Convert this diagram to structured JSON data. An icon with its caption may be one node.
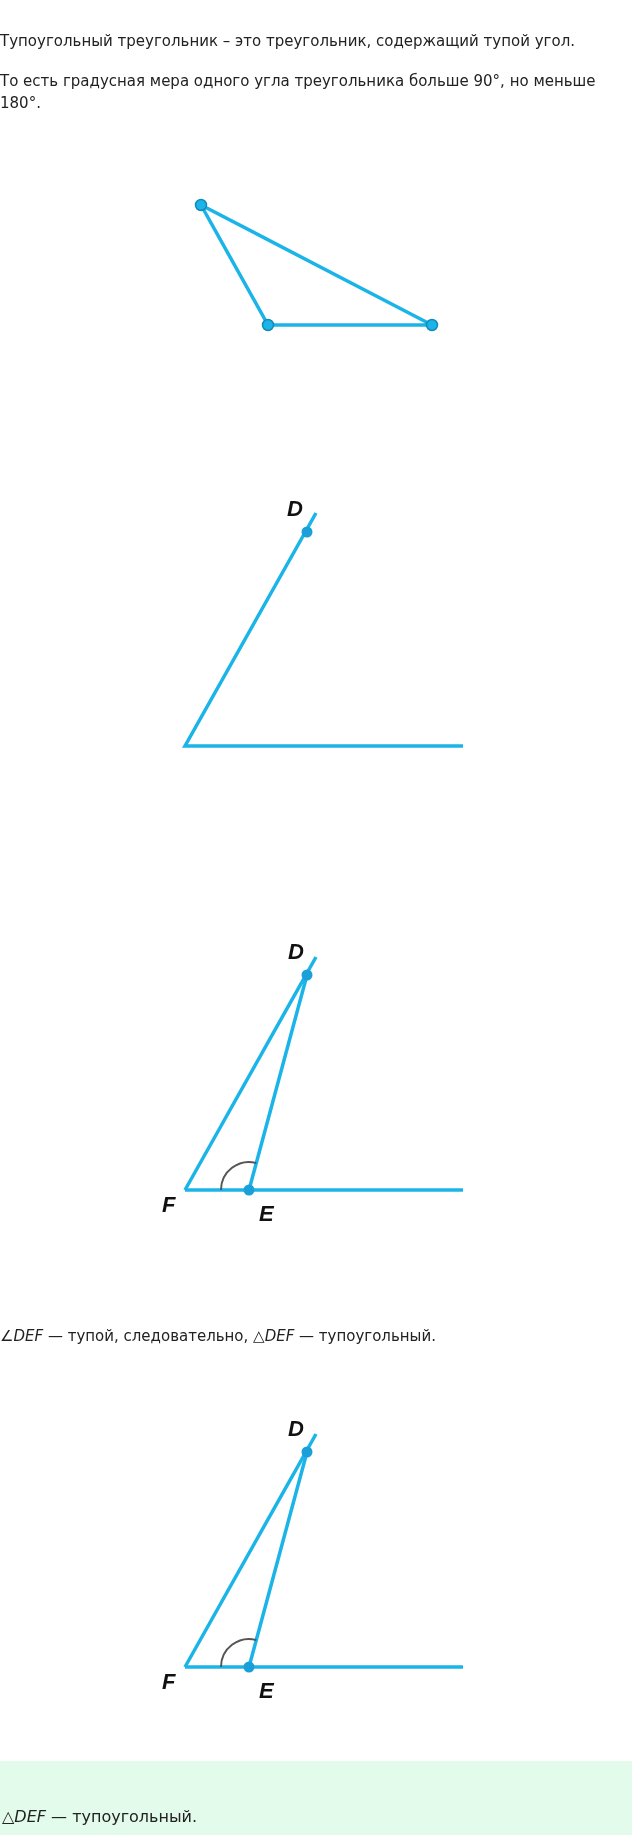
{
  "diagram": {
    "nodes": [
      {
        "text": [
          "△*DEF* — тупоугольный."
        ]
      }
    ],
    "labels": [
      "Тупоугольный треугольник – это треугольник, содержащий тупой угол.",
      "То есть градусная мера одного угла треугольника больше 90°, но меньше 180°.",
      "D",
      "D",
      "F",
      "E",
      "∠*DEF* — тупой, следовательно, △*DEF* — тупоугольный.",
      "D",
      "F",
      "E"
    ]
  }
}
